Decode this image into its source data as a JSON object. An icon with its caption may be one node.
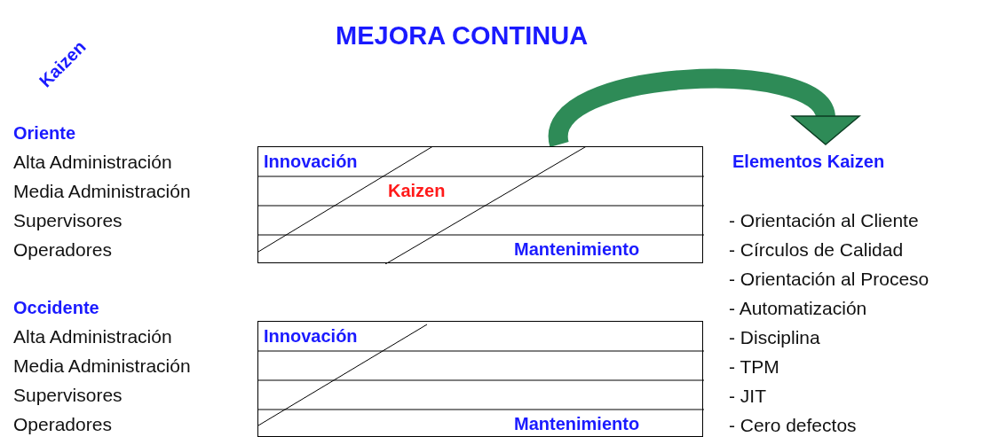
{
  "diagram": {
    "title": "MEJORA CONTINUA",
    "nodes": [
      {
        "text": [
          "Innovación",
          "Kaizen",
          "Mantenimiento"
        ]
      },
      {
        "text": [
          "Elementos Kaizen"
        ]
      },
      {
        "text": [
          "Innovación",
          "Mantenimiento"
        ]
      }
    ],
    "edges": [
      {
        "from": 0,
        "to": 1,
        "arrow": "to",
        "color": "#2e8b57"
      }
    ],
    "labels": [
      "Kaizen",
      "Oriente",
      "Alta Administración",
      "Media Administración",
      "Supervisores",
      "Operadores",
      "- Orientación al Cliente",
      "- Círculos de Calidad",
      "- Orientación al Proceso",
      "- Automatización",
      "Occidente",
      "Alta Administración",
      "Media Administración",
      "Supervisores",
      "Operadores",
      "- Disciplina",
      "- TPM",
      "- JIT",
      "- Cero defectos"
    ]
  }
}
